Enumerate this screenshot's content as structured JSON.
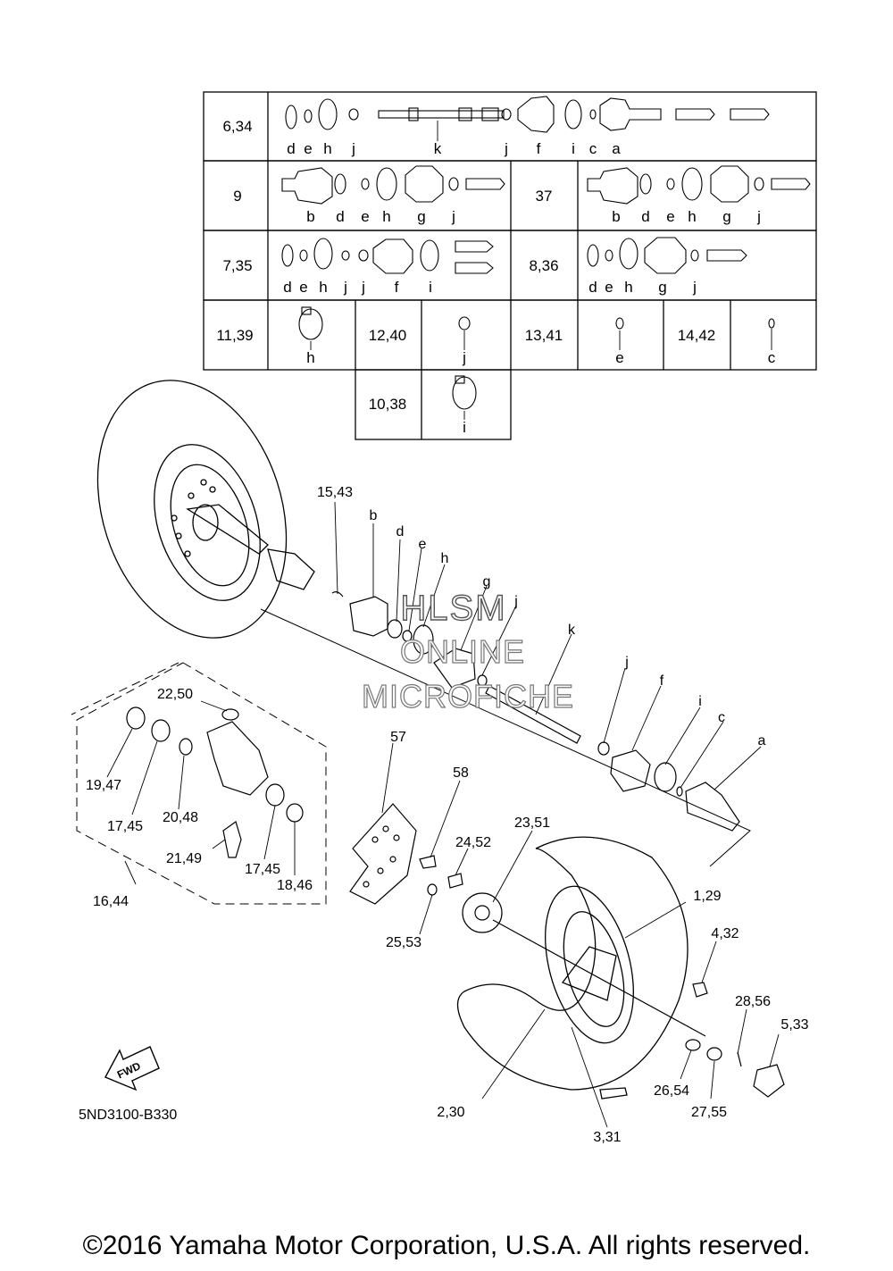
{
  "table": {
    "rows": [
      {
        "num": "6,34",
        "letters": [
          "d",
          "e",
          "h",
          "j",
          "k",
          "j",
          "f",
          "i",
          "c",
          "a"
        ]
      },
      {
        "num_left": "9",
        "letters_left": [
          "b",
          "d",
          "e",
          "h",
          "g",
          "j"
        ],
        "num_right": "37",
        "letters_right": [
          "b",
          "d",
          "e",
          "h",
          "g",
          "j"
        ]
      },
      {
        "num_left": "7,35",
        "letters_left": [
          "d",
          "e",
          "h",
          "j",
          "j",
          "f",
          "i"
        ],
        "num_right": "8,36",
        "letters_right": [
          "d",
          "e",
          "h",
          "g",
          "j"
        ]
      },
      {
        "cells": [
          {
            "num": "11,39",
            "letter": "h"
          },
          {
            "num": "12,40",
            "letter": "j"
          },
          {
            "num": "13,41",
            "letter": "e"
          },
          {
            "num": "14,42",
            "letter": "c"
          }
        ]
      },
      {
        "num": "10,38",
        "letter": "i"
      }
    ]
  },
  "callouts": {
    "c15_43": "15,43",
    "b": "b",
    "d": "d",
    "e": "e",
    "h": "h",
    "g": "g",
    "j1": "j",
    "k": "k",
    "j2": "j",
    "f": "f",
    "i": "i",
    "c": "c",
    "a": "a",
    "c22_50": "22,50",
    "c57": "57",
    "c19_47": "19,47",
    "c17_45a": "17,45",
    "c20_48": "20,48",
    "c21_49": "21,49",
    "c17_45b": "17,45",
    "c18_46": "18,46",
    "c16_44": "16,44",
    "c58": "58",
    "c23_51": "23,51",
    "c24_52": "24,52",
    "c1_29": "1,29",
    "c4_32": "4,32",
    "c25_53": "25,53",
    "c28_56": "28,56",
    "c5_33": "5,33",
    "c26_54": "26,54",
    "c27_55": "27,55",
    "c2_30": "2,30",
    "c3_31": "3,31"
  },
  "watermark": {
    "line1": "HLSM",
    "line2": "ONLINE",
    "line3": "MICROFICHE"
  },
  "fwd_label": "FWD",
  "diagram_code": "5ND3100-B330",
  "copyright": "©2016 Yamaha Motor Corporation, U.S.A. All rights reserved."
}
